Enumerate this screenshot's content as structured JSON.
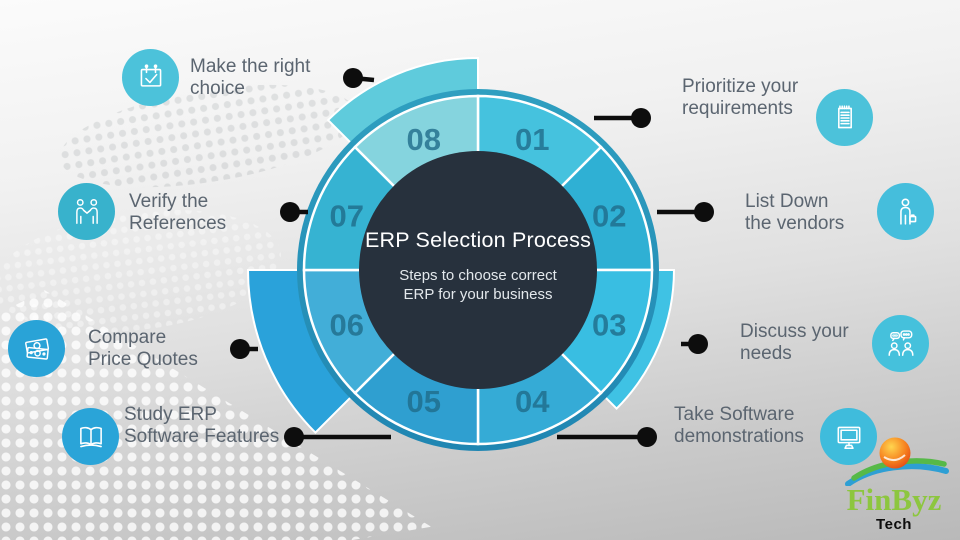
{
  "center": {
    "title": "ERP Selection Process",
    "subtitle_line1": "Steps to choose correct",
    "subtitle_line2": "ERP for your business",
    "bg_color": "#27313d"
  },
  "wheel": {
    "rim_top": "#2f9fc0",
    "rim_bottom": "#2086b2",
    "number_color": "#1f6b8a",
    "divider_color": "#ffffff",
    "segments": [
      {
        "number": "01",
        "color": "#45c2de"
      },
      {
        "number": "02",
        "color": "#2fb0d4"
      },
      {
        "number": "03",
        "color": "#39bee2",
        "extended": true,
        "ext_color": "#3fc2e4",
        "ext_radius": 196
      },
      {
        "number": "04",
        "color": "#35abd6"
      },
      {
        "number": "05",
        "color": "#2f9fd0"
      },
      {
        "number": "06",
        "color": "#42aed8",
        "extended": true,
        "ext_color": "#2aa2da",
        "ext_radius": 230
      },
      {
        "number": "07",
        "color": "#36b3d2"
      },
      {
        "number": "08",
        "color": "#85d4de",
        "extended": true,
        "ext_color": "#5fcbdc",
        "ext_radius": 212
      }
    ]
  },
  "steps": [
    {
      "step": "01",
      "label_line1": "Prioritize your",
      "label_line2": "requirements",
      "icon": "notepad-icon",
      "icon_color": "#4cc2da"
    },
    {
      "step": "02",
      "label_line1": "List Down",
      "label_line2": "the vendors",
      "icon": "vendor-person-icon",
      "icon_color": "#45bedc"
    },
    {
      "step": "03",
      "label_line1": "Discuss your",
      "label_line2": "needs",
      "icon": "discussion-chat-icon",
      "icon_color": "#45c1dc"
    },
    {
      "step": "04",
      "label_line1": "Take Software",
      "label_line2": "demonstrations",
      "icon": "monitor-icon",
      "icon_color": "#3fbcdc"
    },
    {
      "step": "05",
      "label_line1": "Study ERP",
      "label_line2": "Software Features",
      "icon": "open-book-icon",
      "icon_color": "#2aa4d8"
    },
    {
      "step": "06",
      "label_line1": "Compare",
      "label_line2": "Price Quotes",
      "icon": "money-icon",
      "icon_color": "#29a3d7"
    },
    {
      "step": "07",
      "label_line1": "Verify the",
      "label_line2": "References",
      "icon": "handshake-icon",
      "icon_color": "#38b2cc"
    },
    {
      "step": "08",
      "label_line1": "Make the right",
      "label_line2": "choice",
      "icon": "calendar-check-icon",
      "icon_color": "#4cc2da"
    }
  ],
  "logo": {
    "name": "FinByz",
    "sub": "Tech",
    "name_color": "#8dc63f",
    "sub_color": "#0d0d0d"
  },
  "colors": {
    "connector": "#0d0d0d",
    "label_text": "#5b6570",
    "background_top": "#fbfbfb",
    "background_bottom": "#b9b9b9"
  }
}
